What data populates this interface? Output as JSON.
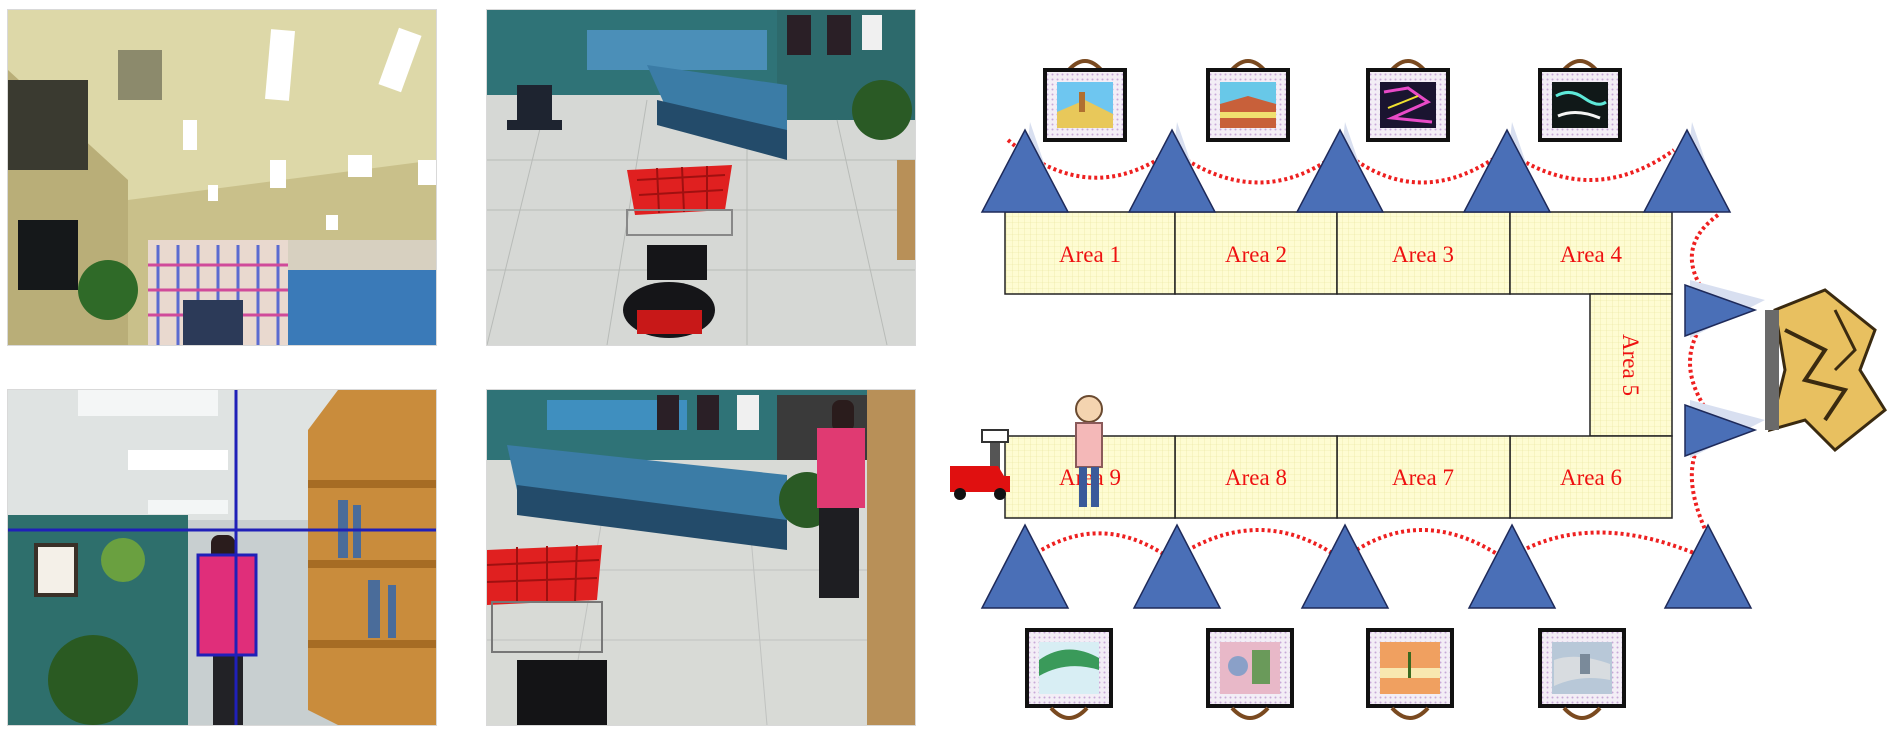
{
  "colors": {
    "area_fill": "#fefcd2",
    "area_border": "#222222",
    "area_label": "#ee1111",
    "pillar": "#4a6fb7",
    "rope": "#ee2020",
    "robot": "#e01010"
  },
  "photos": [
    {
      "name": "office-ceiling-view"
    },
    {
      "name": "robot-cart-lobby-view"
    },
    {
      "name": "person-tracking-view"
    },
    {
      "name": "robot-following-person-view"
    }
  ],
  "map": {
    "areas": [
      {
        "id": "area-1",
        "label": "Area 1"
      },
      {
        "id": "area-2",
        "label": "Area 2"
      },
      {
        "id": "area-3",
        "label": "Area 3"
      },
      {
        "id": "area-4",
        "label": "Area 4"
      },
      {
        "id": "area-5",
        "label": "Area 5"
      },
      {
        "id": "area-6",
        "label": "Area 6"
      },
      {
        "id": "area-7",
        "label": "Area 7"
      },
      {
        "id": "area-8",
        "label": "Area 8"
      },
      {
        "id": "area-9",
        "label": "Area 9"
      }
    ],
    "icons": [
      "pillar-icon",
      "painting-icon",
      "robot-icon",
      "person-icon",
      "sculpture-icon"
    ]
  }
}
